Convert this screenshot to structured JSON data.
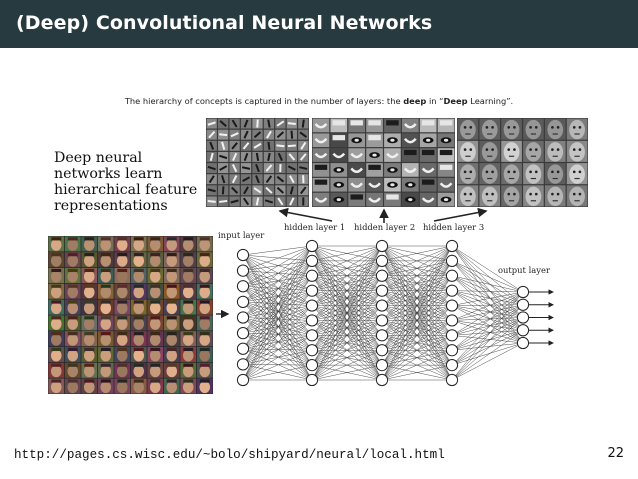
{
  "slide": {
    "title": "(Deep) Convolutional Neural Networks",
    "caption": {
      "part1": "The hierarchy of concepts is captured in the number of layers: the ",
      "bold1": "deep",
      "part2": " in “",
      "bold2": "Deep",
      "part3": " Learning”."
    },
    "footer_url": "http://pages.cs.wisc.edu/~bolo/shipyard/neural/local.html",
    "page_number": "22"
  },
  "figure": {
    "heading_lines": [
      "Deep neural",
      "networks learn",
      "hierarchical feature",
      "representations"
    ],
    "labels": {
      "input_layer": "input layer",
      "hidden_layer_1": "hidden layer 1",
      "hidden_layer_2": "hidden layer 2",
      "hidden_layer_3": "hidden layer 3",
      "output_layer": "output layer"
    },
    "network": {
      "layer_sizes": [
        9,
        10,
        10,
        10,
        5
      ]
    }
  }
}
